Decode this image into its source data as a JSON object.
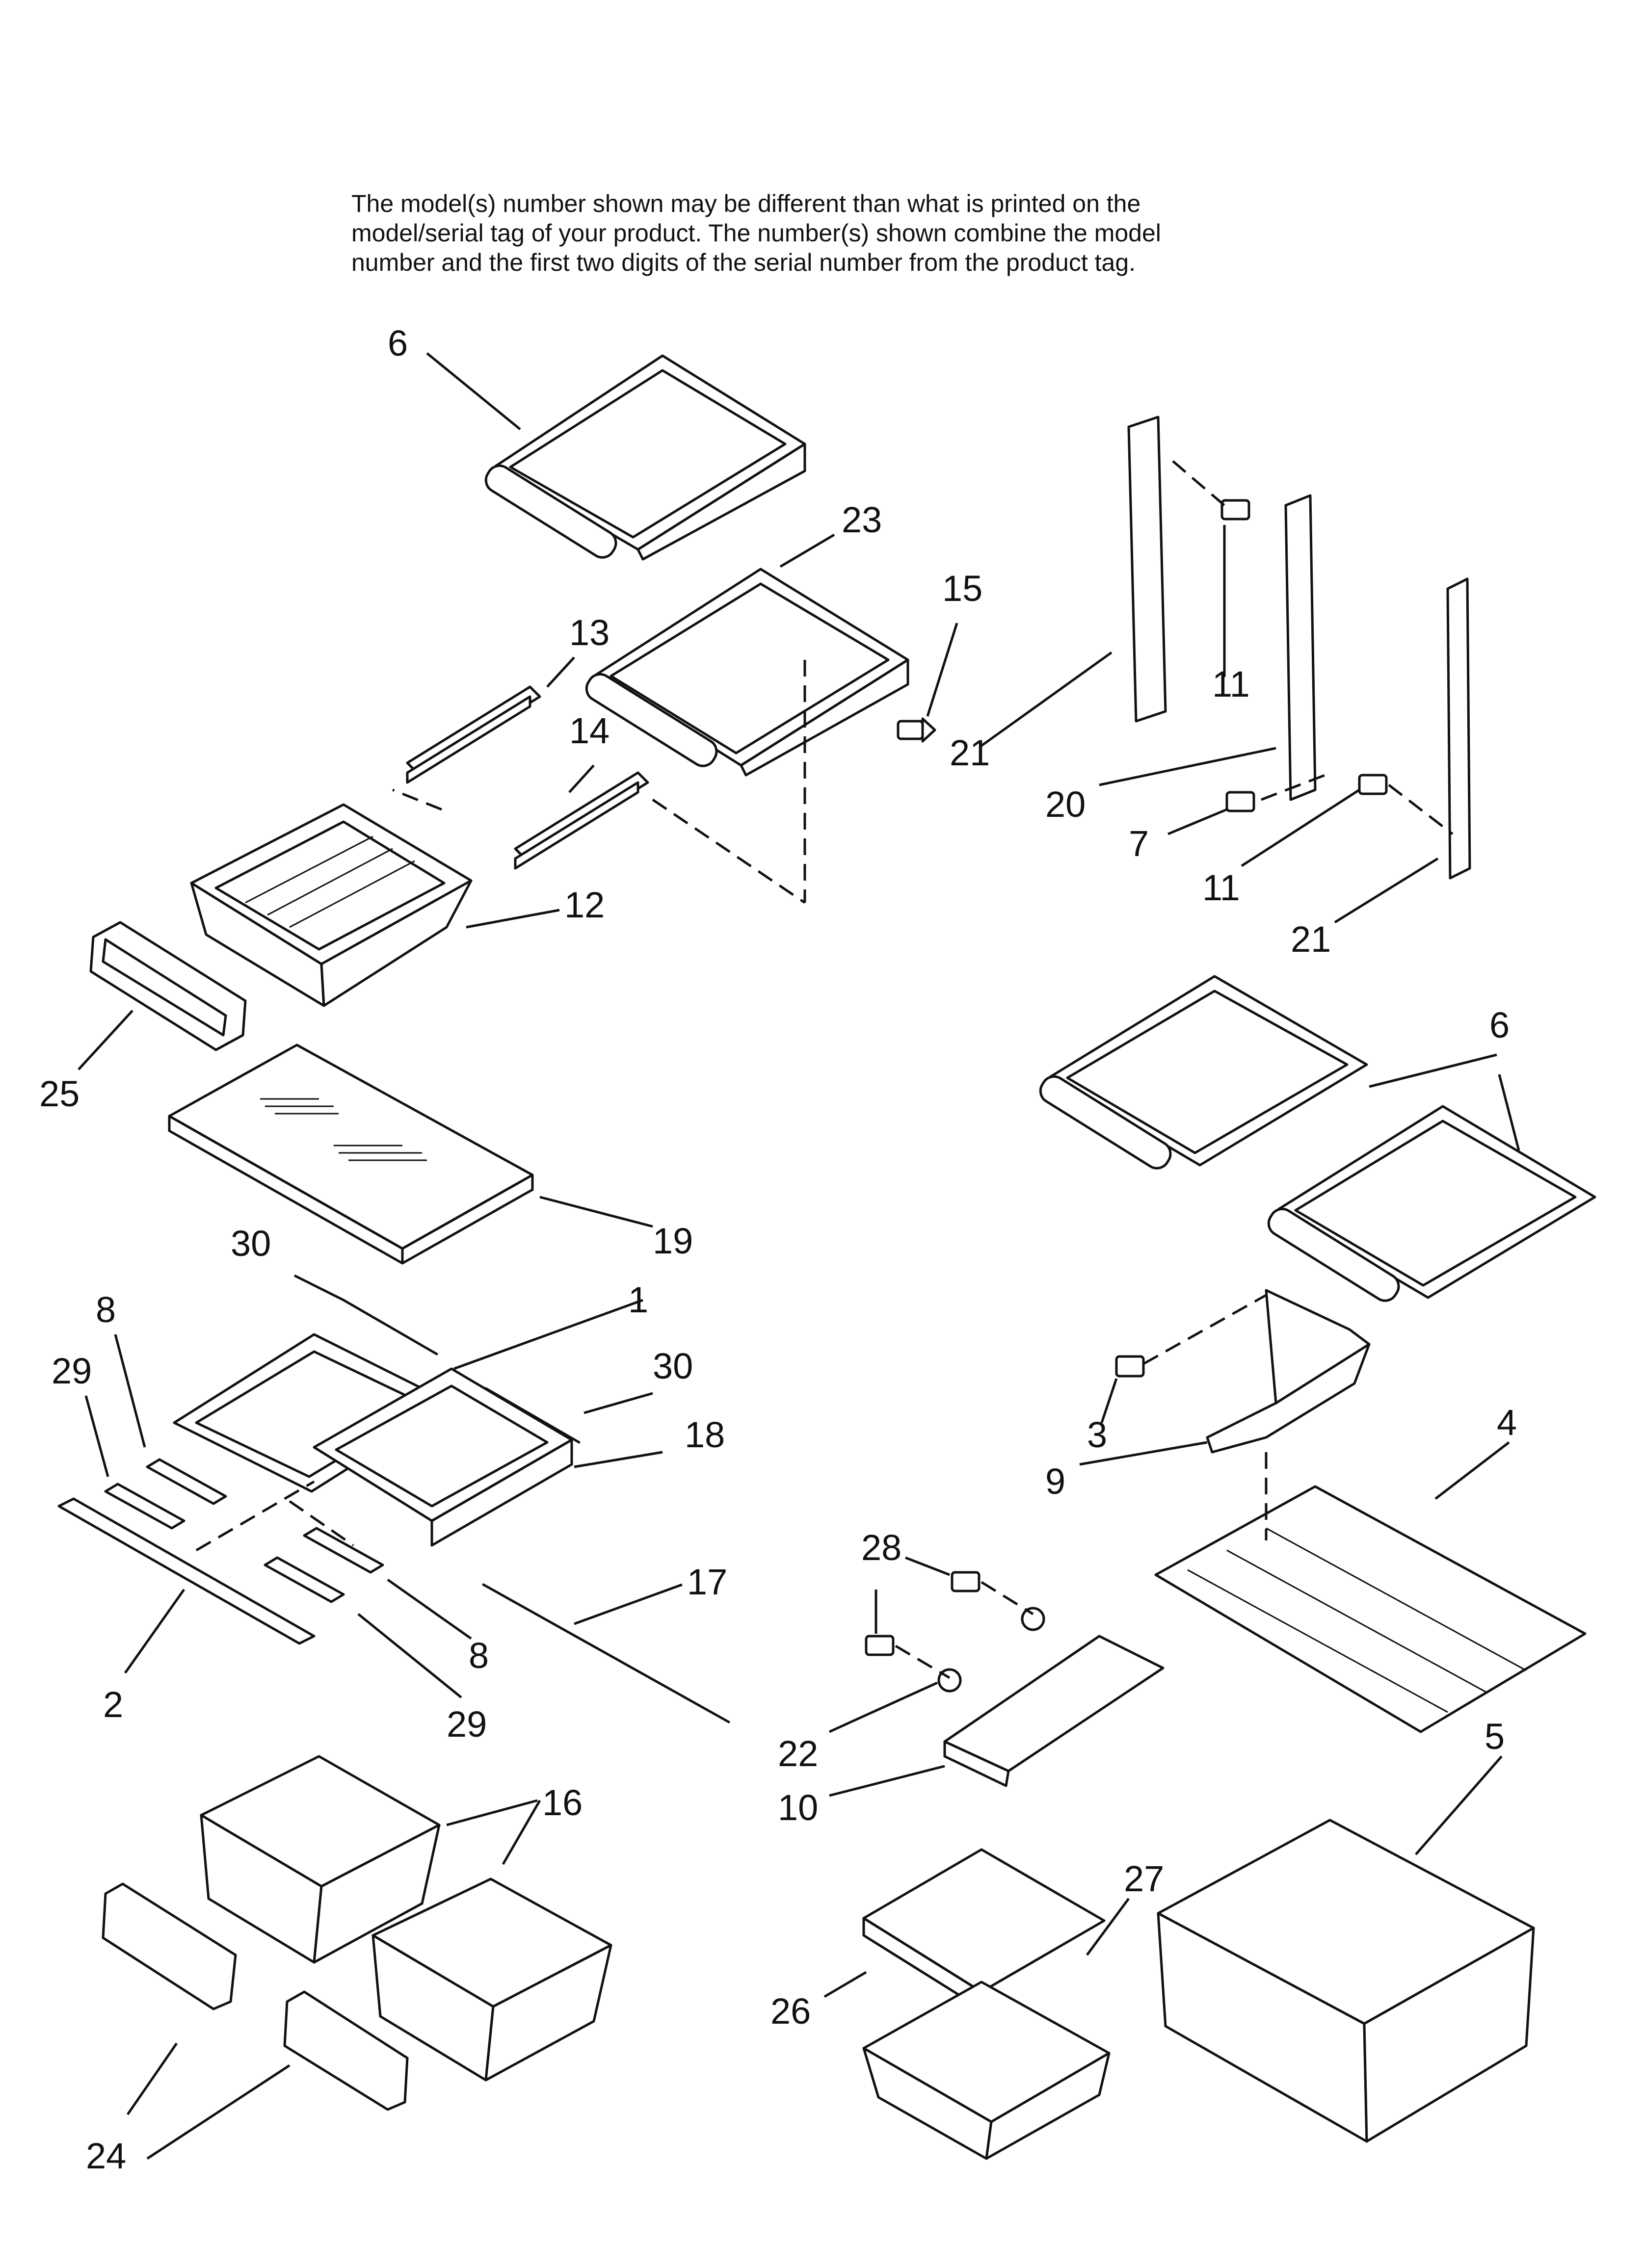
{
  "header": {
    "note_lines": [
      "The model(s) number shown may be different than what is printed on the",
      "model/serial tag of your product. The number(s) shown combine the model",
      "number and the first two digits of the serial number from the product tag."
    ]
  },
  "callouts": [
    "6",
    "23",
    "15",
    "13",
    "14",
    "12",
    "25",
    "19",
    "30",
    "1",
    "30",
    "18",
    "8",
    "29",
    "2",
    "8",
    "29",
    "17",
    "16",
    "24",
    "21",
    "11",
    "20",
    "7",
    "11",
    "21",
    "6",
    "6",
    "3",
    "9",
    "4",
    "28",
    "22",
    "10",
    "5",
    "27",
    "26"
  ],
  "colors": {
    "ink": "#111111",
    "background": "#ffffff"
  }
}
